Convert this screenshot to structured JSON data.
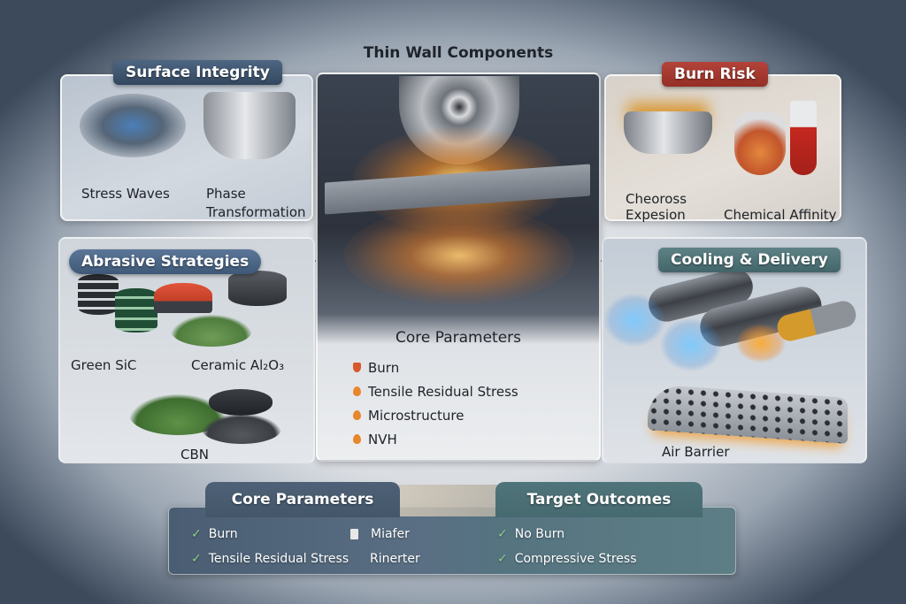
{
  "title": "Thin Wall Components",
  "panels": {
    "surface_integrity": {
      "heading": "Surface Integrity",
      "items": [
        "Stress Waves",
        "Phase",
        "Transformation"
      ]
    },
    "burn_risk": {
      "heading": "Burn Risk",
      "items": [
        "Cheoross",
        "Expesion",
        "Chemical Affinity"
      ]
    },
    "abrasive_strategies": {
      "heading": "Abrasive Strategies",
      "items": [
        "Green SiC",
        "Ceramic Al₂O₃",
        "CBN"
      ]
    },
    "cooling_delivery": {
      "heading": "Cooling & Delivery",
      "items": [
        "Air Barrier"
      ]
    }
  },
  "core_parameters": {
    "heading": "Core Parameters",
    "items": [
      "Burn",
      "Tensile Residual Stress",
      "Microstructure",
      "NVH"
    ]
  },
  "bottom": {
    "core_tab": "Core Parameters",
    "target_tab": "Target Outcomes",
    "core_items": [
      "Burn",
      "Tensile Residual Stress"
    ],
    "mid_items": [
      "Miafer",
      "Rinerter"
    ],
    "target_items": [
      "No Burn",
      "Compressive Stress"
    ]
  },
  "colors": {
    "surface_pill": "#3e5570",
    "burn_pill": "#a8382c",
    "abrasive_pill": "#4d6889",
    "cooling_pill": "#4d7276",
    "spark": "#f08a24"
  }
}
